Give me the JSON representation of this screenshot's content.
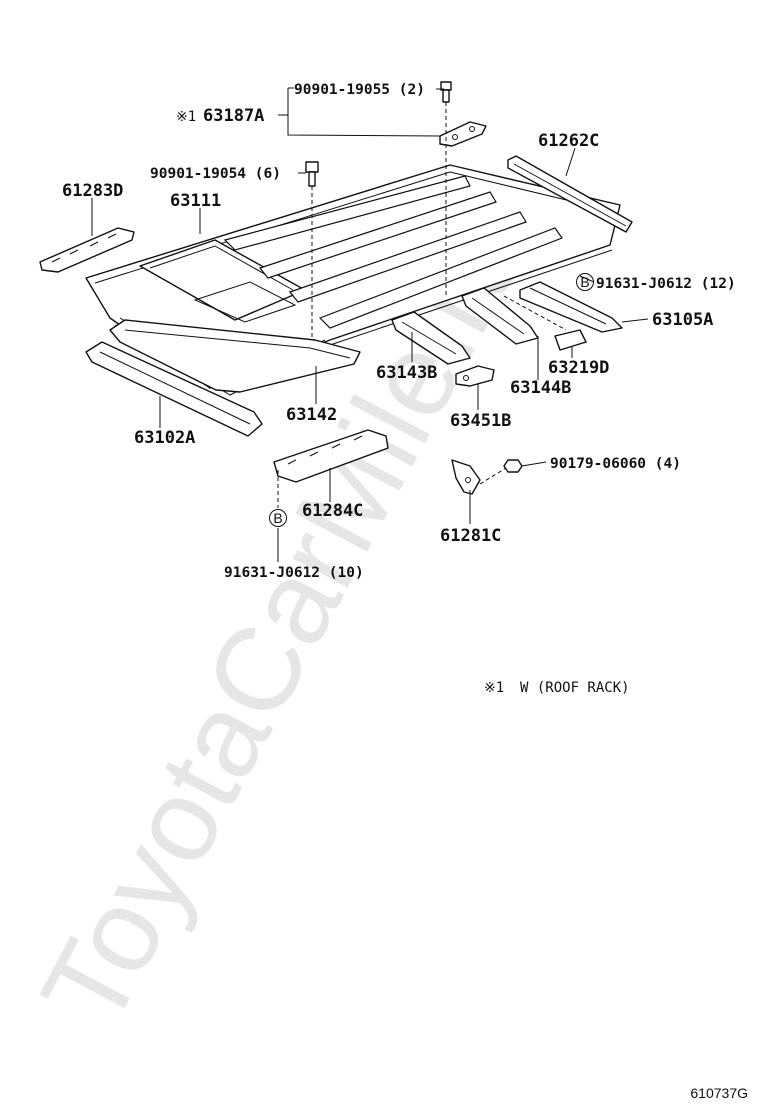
{
  "watermark": "ToyotaCarMile.ru",
  "figure_code": "610737G",
  "note": {
    "marker": "※1",
    "text": "W (ROOF RACK)"
  },
  "callouts": {
    "p63187A_marker": "※1",
    "p63187A": "63187A",
    "p90901_19055": "90901-19055 (2)",
    "p90901_19054": "90901-19054 (6)",
    "p61262C": "61262C",
    "p61283D": "61283D",
    "p63111": "63111",
    "p91631_J0612_12": "91631-J0612 (12)",
    "p63105A": "63105A",
    "p63219D": "63219D",
    "p63143B": "63143B",
    "p63144B": "63144B",
    "p63142": "63142",
    "p63102A": "63102A",
    "p63451B": "63451B",
    "p90179_06060": "90179-06060 (4)",
    "p61284C": "61284C",
    "p61281C": "61281C",
    "p91631_J0612_10": "91631-J0612 (10)",
    "ref_b_top": "B",
    "ref_b_bottom": "B"
  }
}
